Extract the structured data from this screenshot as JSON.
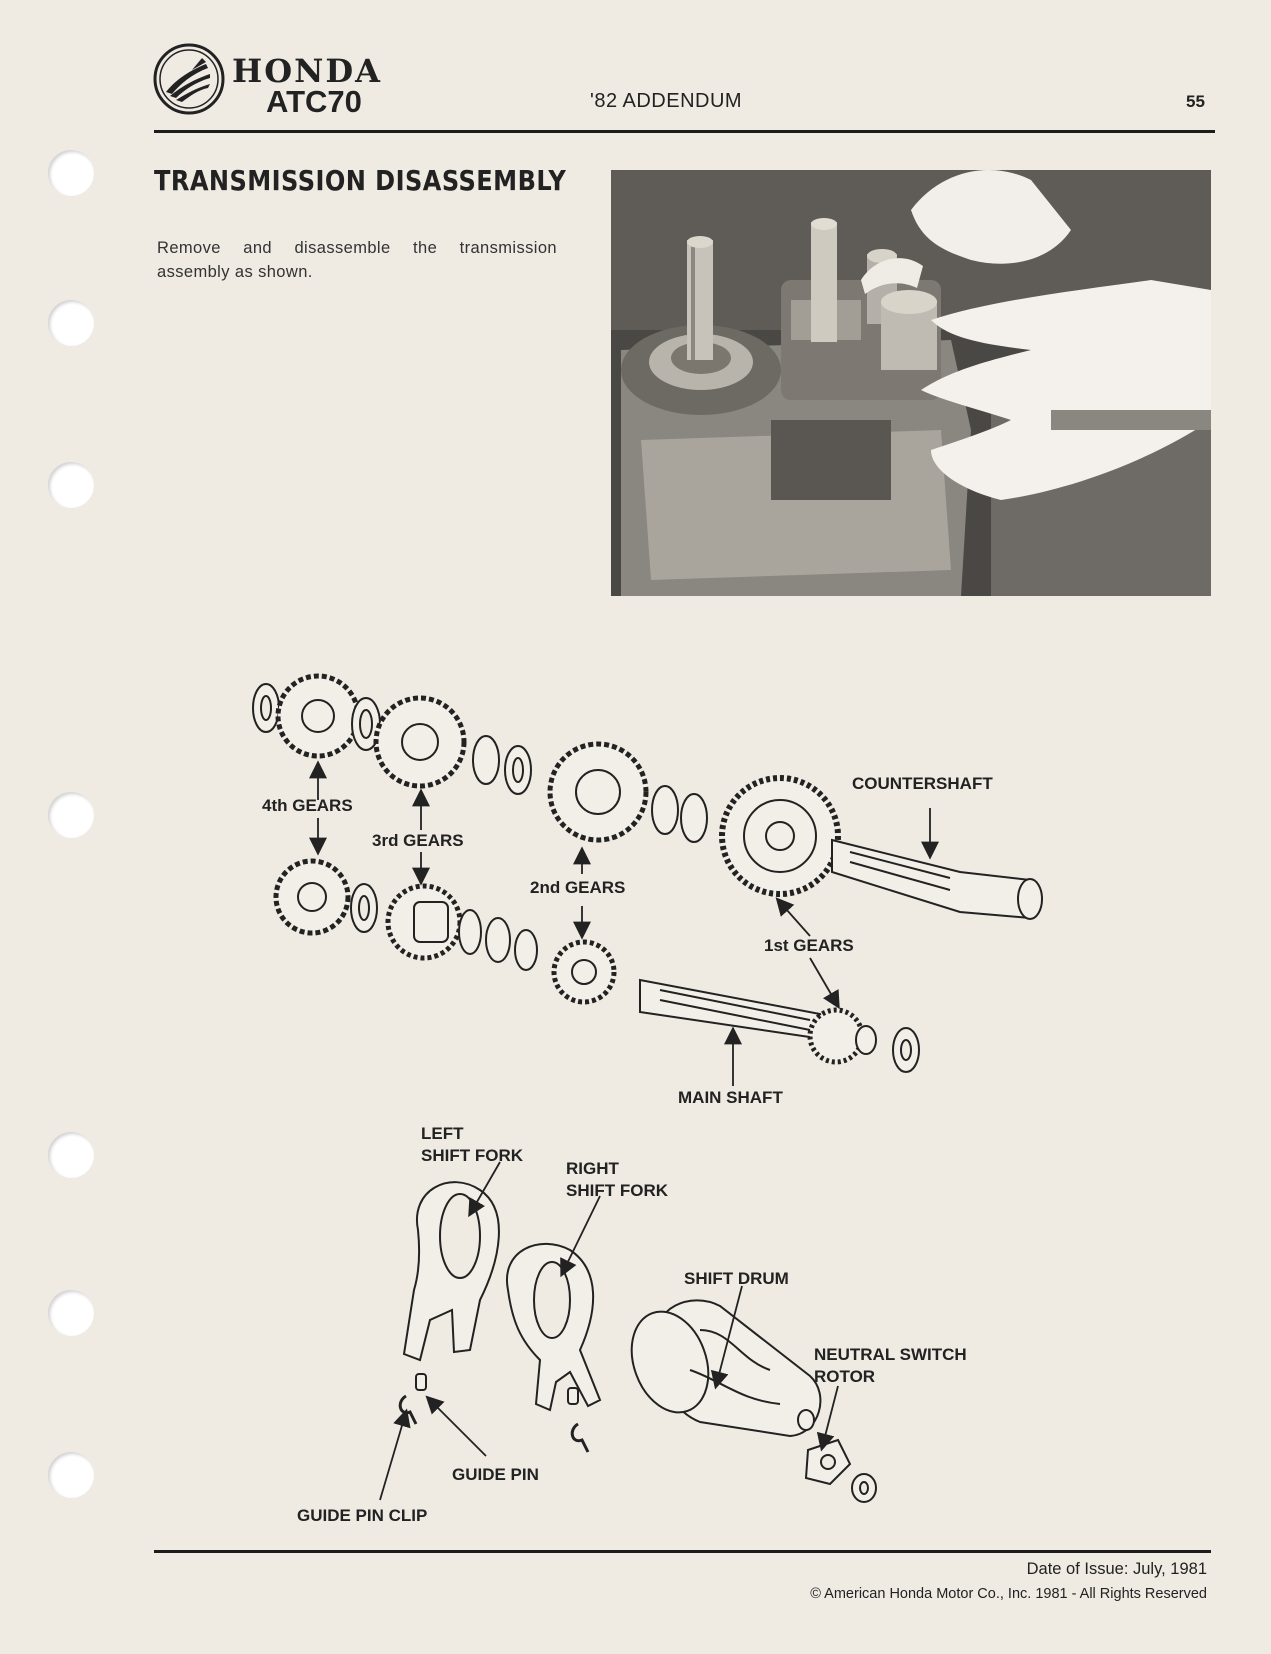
{
  "header": {
    "brand": "HONDA",
    "model": "ATC70",
    "section": "'82 ADDENDUM",
    "page_number": "55"
  },
  "content": {
    "title": "TRANSMISSION DISASSEMBLY",
    "instruction": "Remove and disassemble the transmission assembly as shown."
  },
  "diagram_labels": {
    "gears_4th": "4th GEARS",
    "gears_3rd": "3rd GEARS",
    "gears_2nd": "2nd GEARS",
    "gears_1st": "1st GEARS",
    "countershaft": "COUNTERSHAFT",
    "main_shaft": "MAIN SHAFT",
    "left_shift_fork": "LEFT\nSHIFT FORK",
    "right_shift_fork": "RIGHT\nSHIFT FORK",
    "shift_drum": "SHIFT DRUM",
    "neutral_switch_rotor": "NEUTRAL SWITCH\nROTOR",
    "guide_pin": "GUIDE PIN",
    "guide_pin_clip": "GUIDE PIN CLIP"
  },
  "footer": {
    "date_of_issue": "Date of Issue:  July, 1981",
    "copyright": "©  American Honda Motor Co., Inc. 1981 - All Rights Reserved"
  }
}
